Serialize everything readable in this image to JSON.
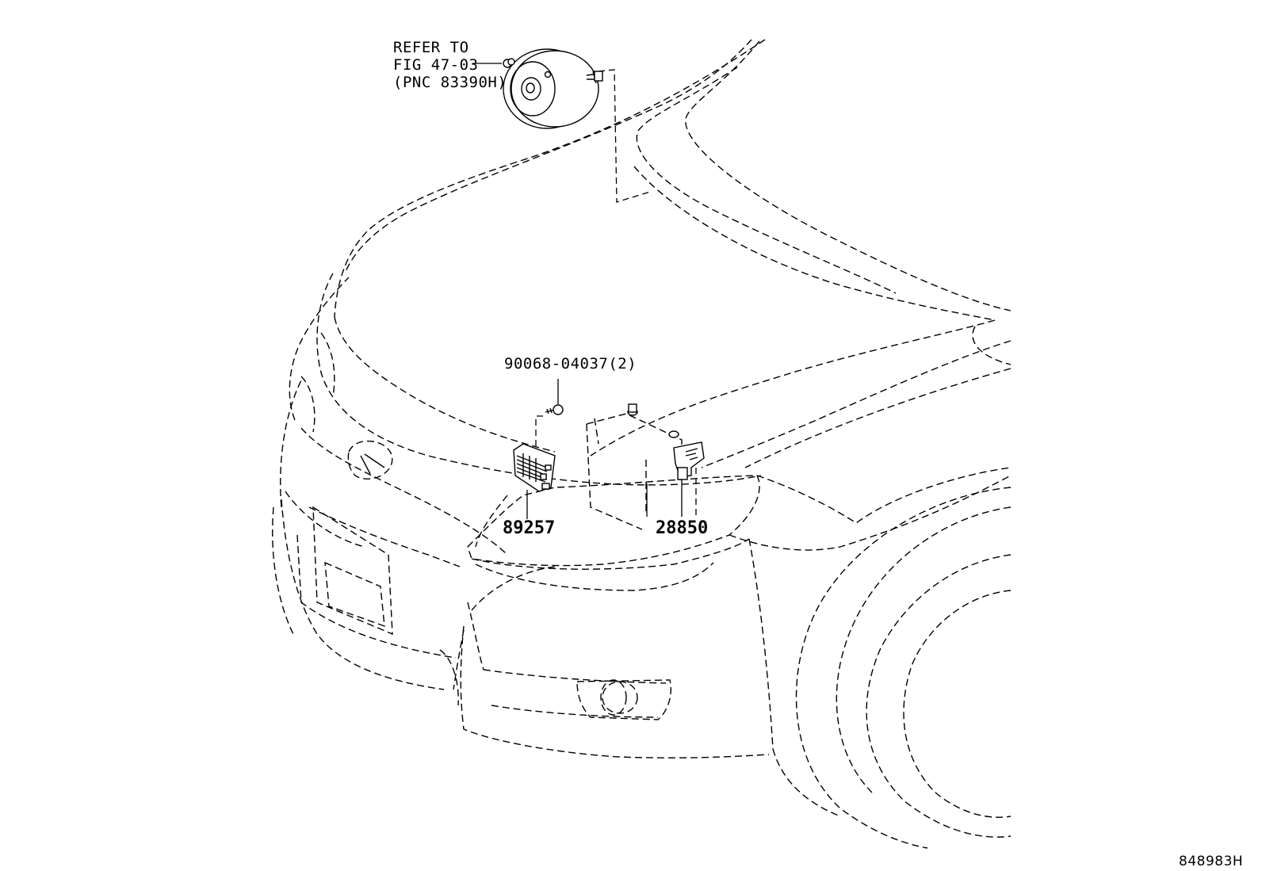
{
  "refer_note": {
    "line1": "REFER TO",
    "line2": "FIG 47-03",
    "line3": "(PNC 83390H)"
  },
  "callouts": {
    "bolt": "90068-04037(2)",
    "computer": "89257",
    "sensor": "28850"
  },
  "illustration_id": "848983H"
}
